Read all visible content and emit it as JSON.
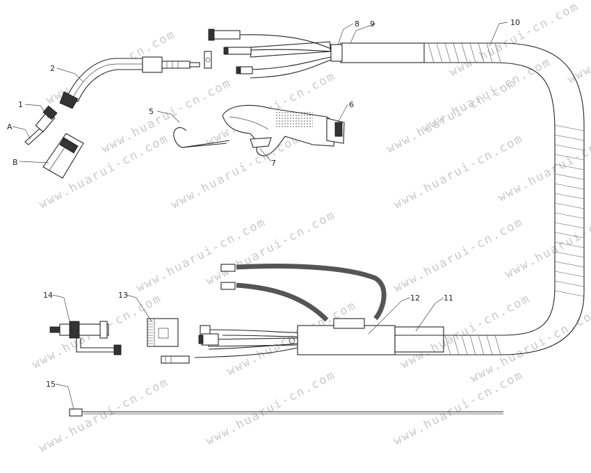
{
  "watermark": "www.huarui-cn.com",
  "callouts": [
    "A",
    "B",
    "1",
    "2",
    "5",
    "6",
    "7",
    "8",
    "9",
    "10",
    "11",
    "12",
    "13",
    "14",
    "15"
  ]
}
